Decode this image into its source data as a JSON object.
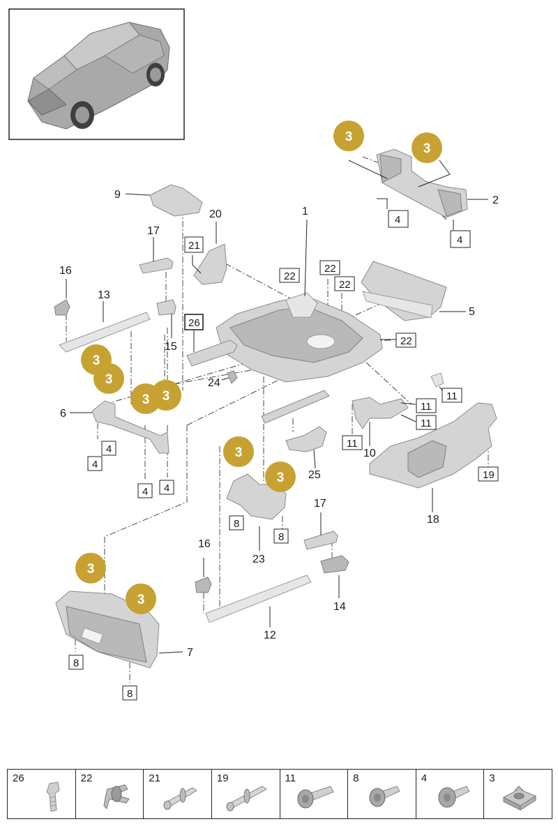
{
  "callouts": [
    {
      "id": "c1",
      "label": "1"
    },
    {
      "id": "c2",
      "label": "2"
    },
    {
      "id": "c5",
      "label": "5"
    },
    {
      "id": "c6",
      "label": "6"
    },
    {
      "id": "c7",
      "label": "7"
    },
    {
      "id": "c9",
      "label": "9"
    },
    {
      "id": "c10",
      "label": "10"
    },
    {
      "id": "c12",
      "label": "12"
    },
    {
      "id": "c13",
      "label": "13"
    },
    {
      "id": "c14",
      "label": "14"
    },
    {
      "id": "c15",
      "label": "15"
    },
    {
      "id": "c16a",
      "label": "16"
    },
    {
      "id": "c16b",
      "label": "16"
    },
    {
      "id": "c17a",
      "label": "17"
    },
    {
      "id": "c17b",
      "label": "17"
    },
    {
      "id": "c18",
      "label": "18"
    },
    {
      "id": "c20",
      "label": "20"
    },
    {
      "id": "c23",
      "label": "23"
    },
    {
      "id": "c24",
      "label": "24"
    },
    {
      "id": "c25",
      "label": "25"
    }
  ],
  "boxed": [
    {
      "id": "b4a",
      "label": "4"
    },
    {
      "id": "b4b",
      "label": "4"
    },
    {
      "id": "b4c",
      "label": "4"
    },
    {
      "id": "b4d",
      "label": "4"
    },
    {
      "id": "b4e",
      "label": "4"
    },
    {
      "id": "b4f",
      "label": "4"
    },
    {
      "id": "b8a",
      "label": "8"
    },
    {
      "id": "b8b",
      "label": "8"
    },
    {
      "id": "b8c",
      "label": "8"
    },
    {
      "id": "b8d",
      "label": "8"
    },
    {
      "id": "b11a",
      "label": "11"
    },
    {
      "id": "b11b",
      "label": "11"
    },
    {
      "id": "b11c",
      "label": "11"
    },
    {
      "id": "b11d",
      "label": "11"
    },
    {
      "id": "b19",
      "label": "19"
    },
    {
      "id": "b21",
      "label": "21"
    },
    {
      "id": "b22a",
      "label": "22"
    },
    {
      "id": "b22b",
      "label": "22"
    },
    {
      "id": "b22c",
      "label": "22"
    },
    {
      "id": "b22d",
      "label": "22"
    },
    {
      "id": "b26",
      "label": "26"
    }
  ],
  "badges": [
    {
      "id": "g1",
      "label": "3"
    },
    {
      "id": "g2",
      "label": "3"
    },
    {
      "id": "g3",
      "label": "3"
    },
    {
      "id": "g4",
      "label": "3"
    },
    {
      "id": "g5",
      "label": "3"
    },
    {
      "id": "g6",
      "label": "3"
    },
    {
      "id": "g7",
      "label": "3"
    },
    {
      "id": "g8",
      "label": "3"
    },
    {
      "id": "g9",
      "label": "3"
    },
    {
      "id": "g10",
      "label": "3"
    }
  ],
  "legend": [
    {
      "num": "26",
      "icon": "bolt-icon"
    },
    {
      "num": "22",
      "icon": "clip-icon"
    },
    {
      "num": "21",
      "icon": "expansion-rivet-icon"
    },
    {
      "num": "19",
      "icon": "expansion-rivet-icon"
    },
    {
      "num": "11",
      "icon": "flange-bolt-icon"
    },
    {
      "num": "8",
      "icon": "flange-bolt-icon"
    },
    {
      "num": "4",
      "icon": "flange-bolt-icon"
    },
    {
      "num": "3",
      "icon": "nut-clip-icon"
    }
  ],
  "colors": {
    "badge": "#c7a233",
    "part": "#d4d4d4",
    "line": "#222222"
  }
}
